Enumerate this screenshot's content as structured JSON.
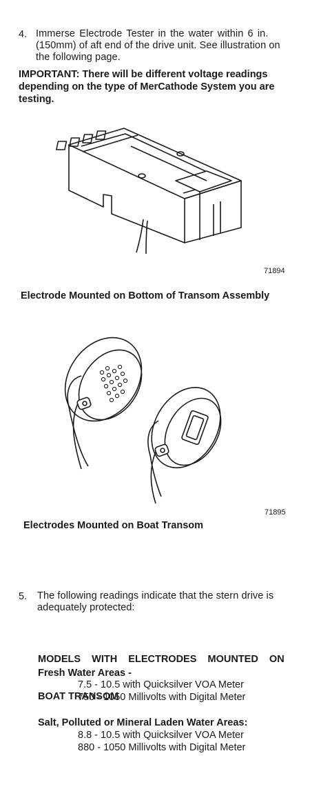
{
  "step4": {
    "number": "4.",
    "lines": [
      "Immerse Electrode Tester in the water within 6 in.",
      "(150mm) of aft end of the drive unit. See illustration on",
      "the following page."
    ]
  },
  "important": {
    "lines": [
      "IMPORTANT: There will be different voltage readings",
      "depending on the type of MerCathode System you are",
      "testing."
    ]
  },
  "figure1": {
    "number": "71894",
    "caption": "Electrode Mounted on Bottom of Transom Assembly"
  },
  "figure2": {
    "number": "71895",
    "caption": "Electrodes Mounted on Boat Transom"
  },
  "step5": {
    "number": "5.",
    "lines": [
      "The following readings indicate that the stern drive is",
      "adequately protected:"
    ]
  },
  "models": {
    "lines": [
      "MODELS    WITH    ELECTRODES    MOUNTED    ON",
      "BOAT TRANSOM"
    ]
  },
  "fresh": {
    "heading": "Fresh Water Areas -",
    "readings": [
      "7.5 - 10.5 with Quicksilver VOA Meter",
      "750 - 1050 Millivolts with Digital Meter"
    ]
  },
  "salt": {
    "heading": "Salt, Polluted or Mineral Laden Water Areas:",
    "readings": [
      "8.8 - 10.5 with Quicksilver VOA Meter",
      "880 - 1050 Millivolts with Digital Meter"
    ]
  }
}
